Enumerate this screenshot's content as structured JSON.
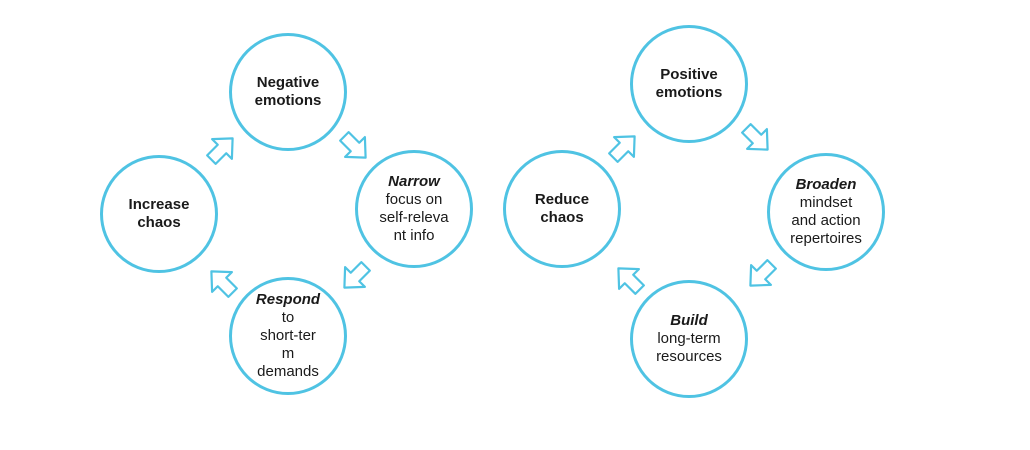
{
  "accent_color": "#4fc3e3",
  "left_cycle": {
    "negative": {
      "line1": "Negative",
      "line2": "emotions"
    },
    "narrow": {
      "title": "Narrow",
      "l1": "focus on",
      "l2": "self-releva",
      "l3": "nt info"
    },
    "respond": {
      "title": "Respond",
      "l1": "to",
      "l2": "short-ter",
      "l3": "m",
      "l4": "demands"
    },
    "increase": {
      "line1": "Increase",
      "line2": "chaos"
    }
  },
  "right_cycle": {
    "positive": {
      "line1": "Positive",
      "line2": "emotions"
    },
    "broaden": {
      "title": "Broaden",
      "l1": "mindset",
      "l2": "and action",
      "l3": "repertoires"
    },
    "build": {
      "title": "Build",
      "l1": "long-term",
      "l2": "resources"
    },
    "reduce": {
      "line1": "Reduce",
      "line2": "chaos"
    }
  },
  "icons": {
    "arrow": "hollow-block-arrow-icon"
  }
}
